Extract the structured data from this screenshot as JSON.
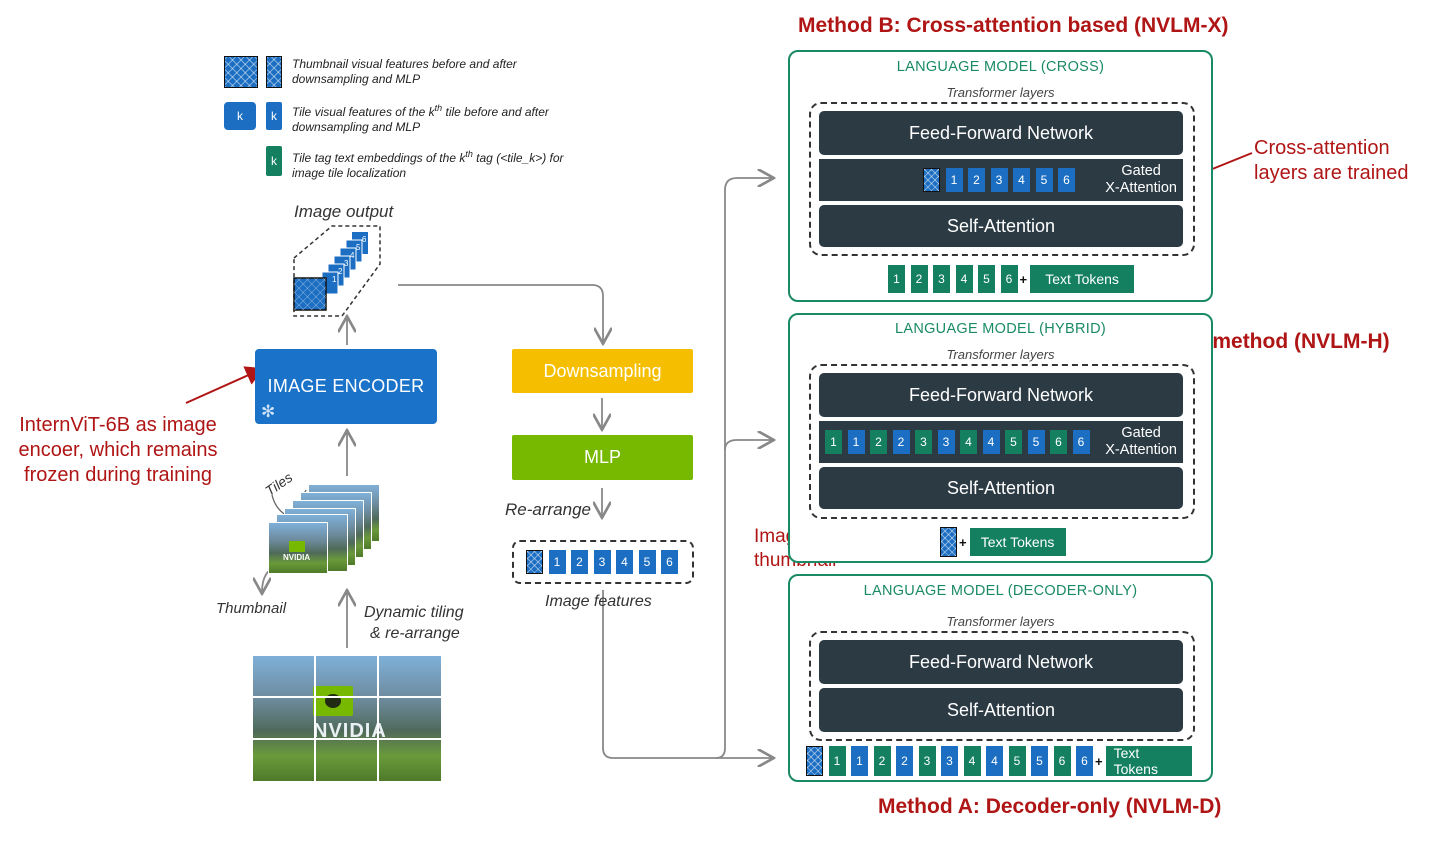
{
  "titles": {
    "method_b": "Method B: Cross-attention based (NVLM-X)",
    "method_a": "Method A: Decoder-only (NVLM-D)",
    "hybrid": "Hybrid method (NVLM-H)"
  },
  "legend": {
    "thumb": "Thumbnail visual features before and after downsampling and MLP",
    "tile_line1": "Tile visual features of the k",
    "tile_sup": "th",
    "tile_line2": " tile before and after downsampling and MLP",
    "tag_line1": "Tile tag text embeddings of the k",
    "tag_sup": "th",
    "tag_line2": " tag (<tile_k>) for image tile localization",
    "k": "k"
  },
  "left": {
    "image_output": "Image output",
    "encoder": "IMAGE ENCODER",
    "tiles": "Tiles",
    "thumbnail": "Thumbnail",
    "dynamic_l1": "Dynamic tiling",
    "dynamic_l2": "& re-arrange",
    "nvidia": "NVIDIA"
  },
  "middle": {
    "downsampling": "Downsampling",
    "mlp": "MLP",
    "rearrange": "Re-arrange",
    "image_features": "Image features"
  },
  "annotations": {
    "internvit": "InternViT-6B as image encoer, which remains frozen during training",
    "cross_trained": "Cross-attention layers are trained",
    "image_thumbnail": "Image thumbnail"
  },
  "lm": {
    "cross": "LANGUAGE MODEL (CROSS)",
    "hybrid": "LANGUAGE MODEL (HYBRID)",
    "decoder": "LANGUAGE MODEL (DECODER-ONLY)",
    "transformer_layers": "Transformer layers",
    "ffn": "Feed-Forward Network",
    "self_attn": "Self-Attention",
    "gated_l1": "Gated",
    "gated_l2": "X-Attention",
    "text_tokens": "Text Tokens",
    "plus": "+"
  },
  "tokens": [
    "1",
    "2",
    "3",
    "4",
    "5",
    "6"
  ],
  "colors": {
    "blue": "#1b6ec2",
    "green": "#14805f",
    "dark": "#2c3a44",
    "red": "#b01515",
    "yellow": "#f5bf00",
    "lime": "#76b900",
    "encoder": "#1a73c9"
  }
}
